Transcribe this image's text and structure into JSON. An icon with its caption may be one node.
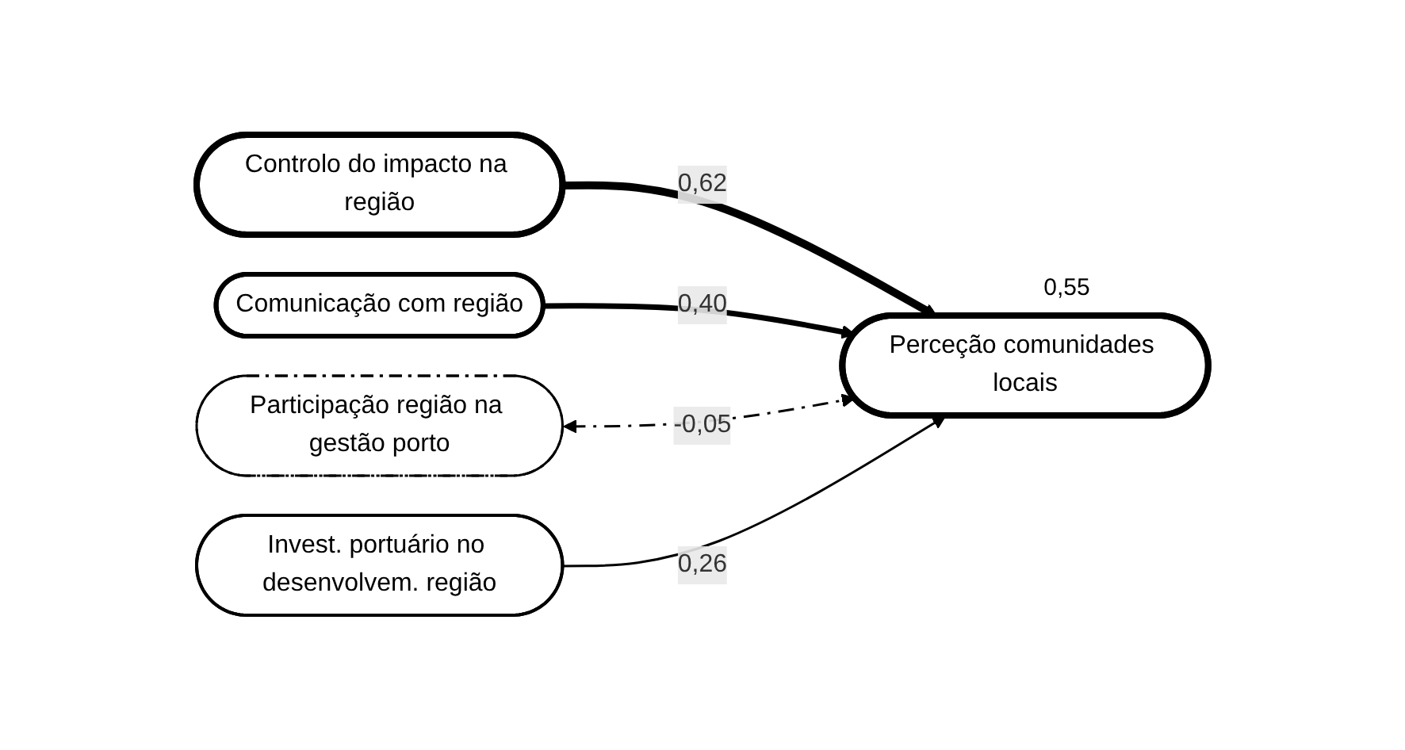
{
  "diagram": {
    "nodes": [
      {
        "text": [
          "Controlo do impacto na região"
        ]
      },
      {
        "text": [
          "Comunicação com região"
        ]
      },
      {
        "text": [
          "Participação região na gestão porto"
        ]
      },
      {
        "text": [
          "Invest. portuário no desenvolvem. região"
        ]
      },
      {
        "text": [
          "Perceção comunidades locais"
        ],
        "beside": [
          "0,55"
        ]
      }
    ],
    "edges": [
      {
        "from": 0,
        "to": 4,
        "arrow": "to",
        "label": "0,62",
        "style": "thick"
      },
      {
        "from": 1,
        "to": 4,
        "arrow": "to",
        "label": "0,40",
        "style": "thick"
      },
      {
        "from": 2,
        "to": 4,
        "arrow": "both",
        "label": "-0,05",
        "style": "dashed"
      },
      {
        "from": 3,
        "to": 4,
        "arrow": "to",
        "label": "0,26"
      }
    ]
  }
}
